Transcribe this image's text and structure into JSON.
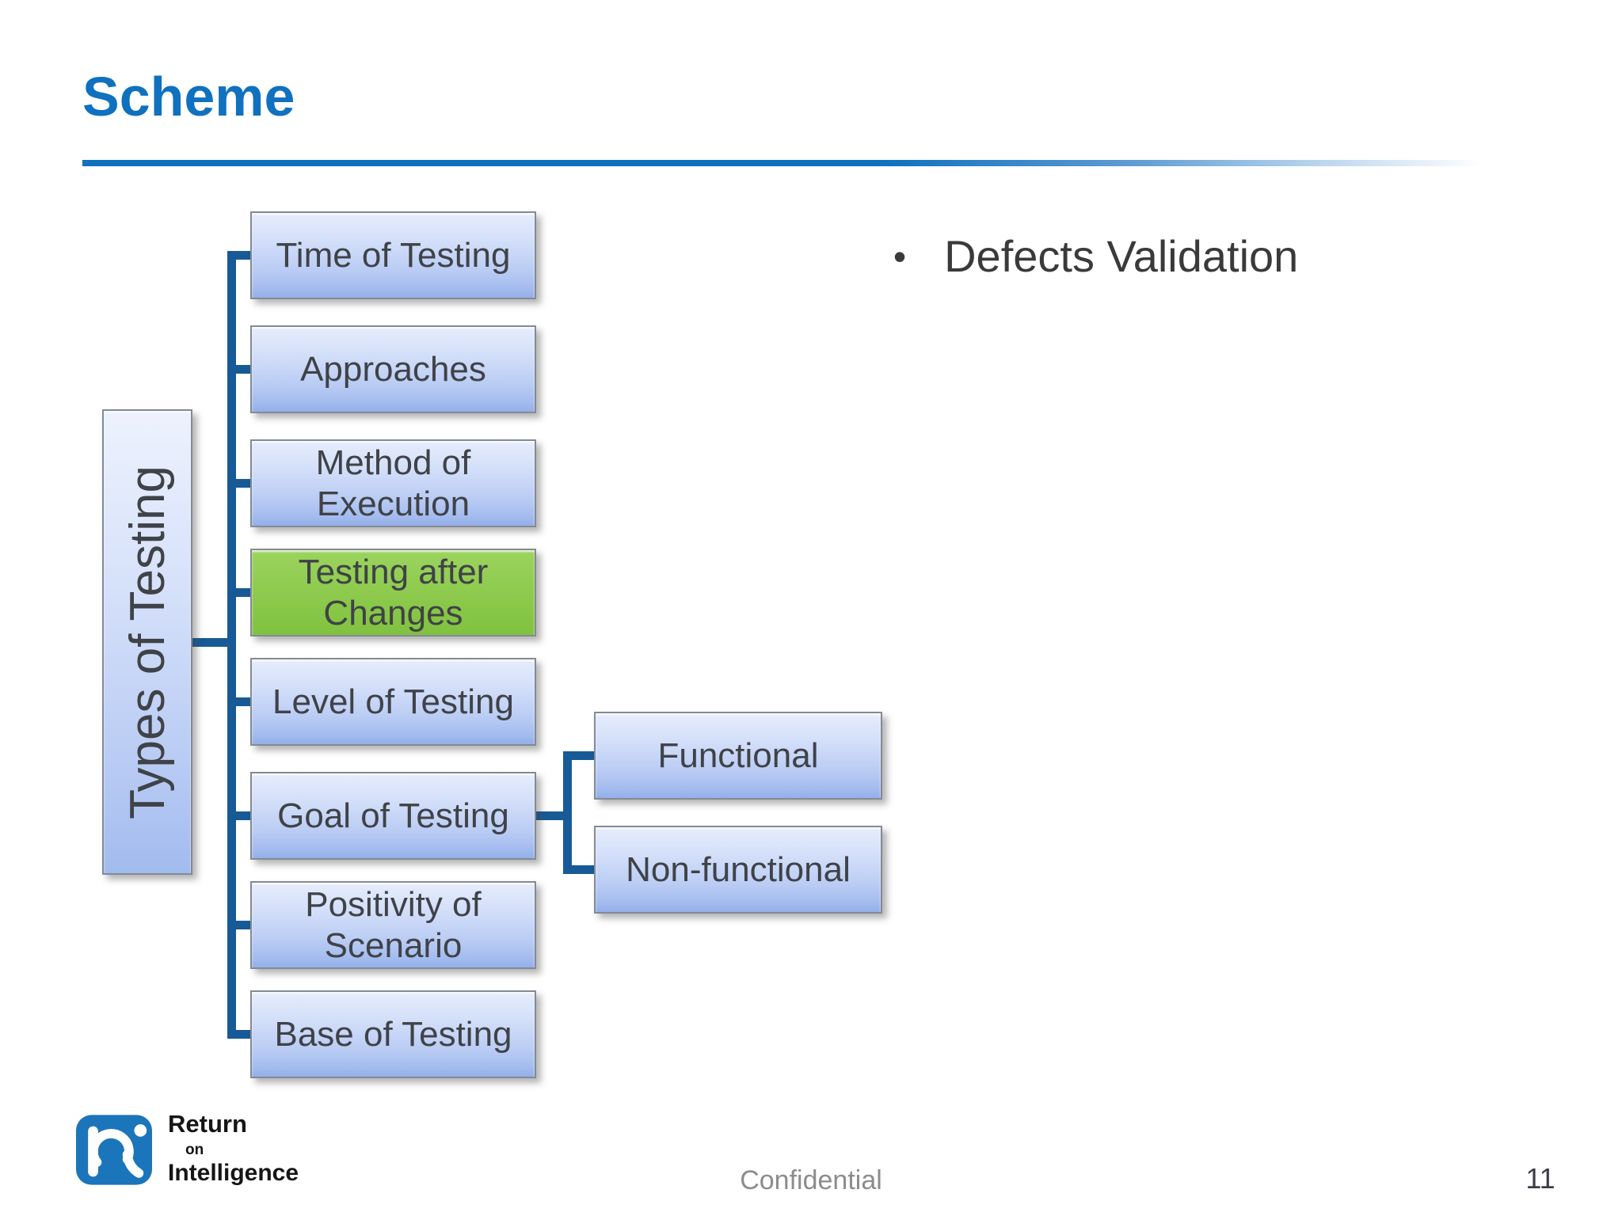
{
  "title": "Scheme",
  "bullet": {
    "glyph": "•",
    "text": "Defects Validation"
  },
  "diagram": {
    "root_label": "Types of Testing",
    "nodes": [
      {
        "label": "Time of Testing",
        "highlight": false
      },
      {
        "label": "Approaches",
        "highlight": false
      },
      {
        "label": "Method of Execution",
        "highlight": false
      },
      {
        "label": "Testing after Changes",
        "highlight": true
      },
      {
        "label": "Level of Testing",
        "highlight": false
      },
      {
        "label": "Goal of Testing",
        "highlight": false
      },
      {
        "label": "Positivity of Scenario",
        "highlight": false
      },
      {
        "label": "Base of Testing",
        "highlight": false
      }
    ],
    "sub_nodes": [
      {
        "label": "Functional"
      },
      {
        "label": "Non-functional"
      }
    ]
  },
  "footer": {
    "logo": {
      "line1": "Return",
      "line2": "on",
      "line3": "Intelligence"
    },
    "confidential": "Confidential",
    "page_number": "11"
  },
  "colors": {
    "title_blue": "#0F71BF",
    "connector_blue": "#175A96",
    "box_fill_top": "#E6EDFC",
    "box_fill_bottom": "#94AFE9",
    "highlight_green": "#8CC94C",
    "box_text": "#3F4247",
    "footer_gray": "#8C8C8C",
    "page_number_color": "#3D3D46",
    "logo_blue": "#1B75BB"
  }
}
